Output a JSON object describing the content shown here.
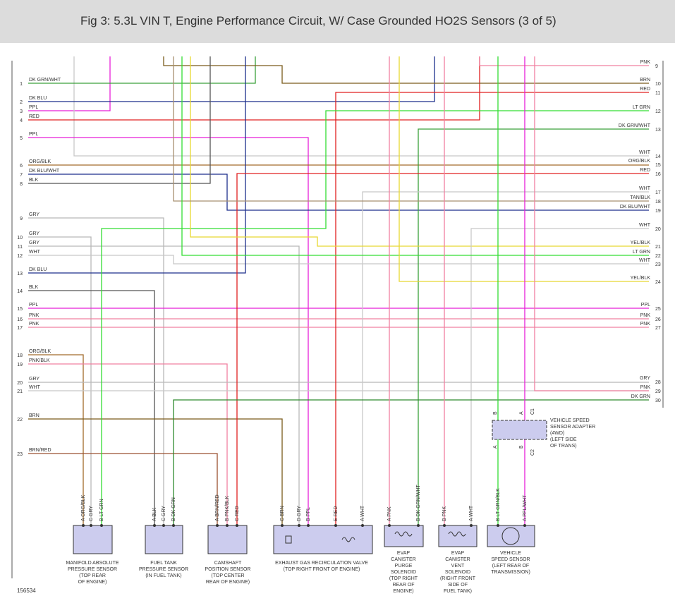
{
  "header": {
    "title": "Fig 3: 5.3L VIN T, Engine Performance Circuit, W/ Case Grounded HO2S Sensors (3 of 5)"
  },
  "figure_number": "156534",
  "colors": {
    "DK GRN/WHT": "#3aa03a",
    "DK BLU": "#1c2f8c",
    "PPL": "#e81fd8",
    "RED": "#e02020",
    "ORG/BLK": "#a26a2a",
    "DK BLU/WHT": "#1c2f8c",
    "BLK": "#555555",
    "GRY": "#b8b8b8",
    "WHT": "#c8c8c8",
    "PNK": "#f080a0",
    "PNK/BLK": "#f080a0",
    "BRN": "#7a5a1a",
    "BRN/RED": "#9a5030",
    "LT GRN": "#33dd33",
    "YEL/BLK": "#e8d830",
    "TAN/BLK": "#a89070",
    "DK GRN": "#2e8a2e"
  },
  "left_pins": [
    {
      "num": "1",
      "color": "DK GRN/WHT"
    },
    {
      "num": "2",
      "color": "DK BLU"
    },
    {
      "num": "3",
      "color": "PPL"
    },
    {
      "num": "4",
      "color": "RED"
    },
    {
      "num": "5",
      "color": "PPL"
    },
    {
      "num": "6",
      "color": "ORG/BLK"
    },
    {
      "num": "7",
      "color": "DK BLU/WHT"
    },
    {
      "num": "8",
      "color": "BLK"
    },
    {
      "num": "9",
      "color": "GRY"
    },
    {
      "num": "10",
      "color": "GRY"
    },
    {
      "num": "11",
      "color": "GRY"
    },
    {
      "num": "12",
      "color": "WHT"
    },
    {
      "num": "13",
      "color": "DK BLU"
    },
    {
      "num": "14",
      "color": "BLK"
    },
    {
      "num": "15",
      "color": "PPL"
    },
    {
      "num": "16",
      "color": "PNK"
    },
    {
      "num": "17",
      "color": "PNK"
    },
    {
      "num": "18",
      "color": "ORG/BLK"
    },
    {
      "num": "19",
      "color": "PNK/BLK"
    },
    {
      "num": "20",
      "color": "GRY"
    },
    {
      "num": "21",
      "color": "WHT"
    },
    {
      "num": "22",
      "color": "BRN"
    },
    {
      "num": "23",
      "color": "BRN/RED"
    }
  ],
  "right_pins": [
    {
      "num": "9",
      "color": "PNK"
    },
    {
      "num": "10",
      "color": "BRN"
    },
    {
      "num": "11",
      "color": "RED"
    },
    {
      "num": "12",
      "color": "LT GRN"
    },
    {
      "num": "13",
      "color": "DK GRN/WHT"
    },
    {
      "num": "14",
      "color": "WHT"
    },
    {
      "num": "15",
      "color": "ORG/BLK"
    },
    {
      "num": "16",
      "color": "RED"
    },
    {
      "num": "17",
      "color": "WHT"
    },
    {
      "num": "18",
      "color": "TAN/BLK"
    },
    {
      "num": "19",
      "color": "DK BLU/WHT"
    },
    {
      "num": "20",
      "color": "WHT"
    },
    {
      "num": "21",
      "color": "YEL/BLK"
    },
    {
      "num": "22",
      "color": "LT GRN"
    },
    {
      "num": "23",
      "color": "WHT"
    },
    {
      "num": "24",
      "color": "YEL/BLK"
    },
    {
      "num": "25",
      "color": "PPL"
    },
    {
      "num": "26",
      "color": "PNK"
    },
    {
      "num": "27",
      "color": "PNK"
    },
    {
      "num": "28",
      "color": "GRY"
    },
    {
      "num": "29",
      "color": "PNK"
    },
    {
      "num": "30",
      "color": "DK GRN"
    }
  ],
  "components": [
    {
      "name": "MANIFOLD ABSOLUTE\nPRESSURE SENSOR\n(TOP REAR\nOF ENGINE)",
      "pins": [
        {
          "pin": "A",
          "wire": "ORG/BLK"
        },
        {
          "pin": "C",
          "wire": "GRY"
        },
        {
          "pin": "B",
          "wire": "LT GRN"
        }
      ]
    },
    {
      "name": "FUEL TANK\nPRESSURE SENSOR\n(IN FUEL TANK)",
      "pins": [
        {
          "pin": "A",
          "wire": "BLK"
        },
        {
          "pin": "C",
          "wire": "GRY"
        },
        {
          "pin": "B",
          "wire": "DK GRN"
        }
      ]
    },
    {
      "name": "CAMSHAFT\nPOSITION SENSOR\n(TOP CENTER\nREAR OF ENGINE)",
      "pins": [
        {
          "pin": "A",
          "wire": "BRN/RED"
        },
        {
          "pin": "B",
          "wire": "PNK/BLK"
        },
        {
          "pin": "C",
          "wire": "RED"
        }
      ]
    },
    {
      "name": "EXHAUST GAS RECIRCULATION VALVE\n(TOP RIGHT FRONT OF ENGINE)",
      "pins": [
        {
          "pin": "C",
          "wire": "BRN"
        },
        {
          "pin": "D",
          "wire": "GRY"
        },
        {
          "pin": "B",
          "wire": "PPL"
        },
        {
          "pin": "E",
          "wire": "RED"
        },
        {
          "pin": "A",
          "wire": "WHT"
        }
      ]
    },
    {
      "name": "EVAP\nCANISTER\nPURGE\nSOLENOID\n(TOP RIGHT\nREAR OF\nENGINE)",
      "pins": [
        {
          "pin": "A",
          "wire": "PNK"
        },
        {
          "pin": "B",
          "wire": "DK GRN/WHT"
        }
      ]
    },
    {
      "name": "EVAP\nCANISTER\nVENT\nSOLENOID\n(RIGHT FRONT\nSIDE OF\nFUEL TANK)",
      "pins": [
        {
          "pin": "B",
          "wire": "PNK"
        },
        {
          "pin": "A",
          "wire": "WHT"
        }
      ]
    },
    {
      "name": "VEHICLE\nSPEED SENSOR\n(LEFT REAR OF\nTRANSMISSION)",
      "pins": [
        {
          "pin": "B",
          "wire": "LT GRN/BLK"
        },
        {
          "pin": "A",
          "wire": "PPL/WHT"
        }
      ]
    }
  ],
  "adapter": {
    "name": "VEHICLE SPEED\nSENSOR ADAPTER\n(4WD)\n(LEFT SIDE\nOF TRANS)",
    "top_pins": [
      "B",
      "A",
      "C1"
    ],
    "bottom_pins": [
      "A",
      "B",
      "C2"
    ]
  }
}
